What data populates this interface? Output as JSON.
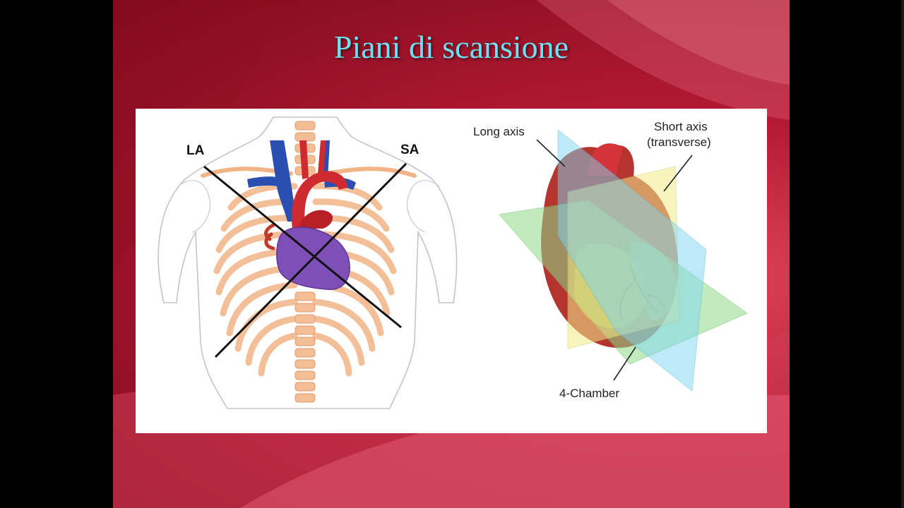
{
  "slide": {
    "title": "Piani di scansione"
  },
  "thorax_diagram": {
    "label_la": "LA",
    "label_sa": "SA"
  },
  "heart_planes_diagram": {
    "label_long_axis": "Long axis",
    "label_short_axis_line1": "Short axis",
    "label_short_axis_line2": "(transverse)",
    "label_four_chamber": "4-Chamber"
  },
  "colors": {
    "title": "#6fe0f3",
    "background_red": "#b41a33",
    "plane_long_axis": "#7fd6f0",
    "plane_short_axis": "#f1ec8a",
    "plane_four_chamber": "#8fdc8a"
  }
}
